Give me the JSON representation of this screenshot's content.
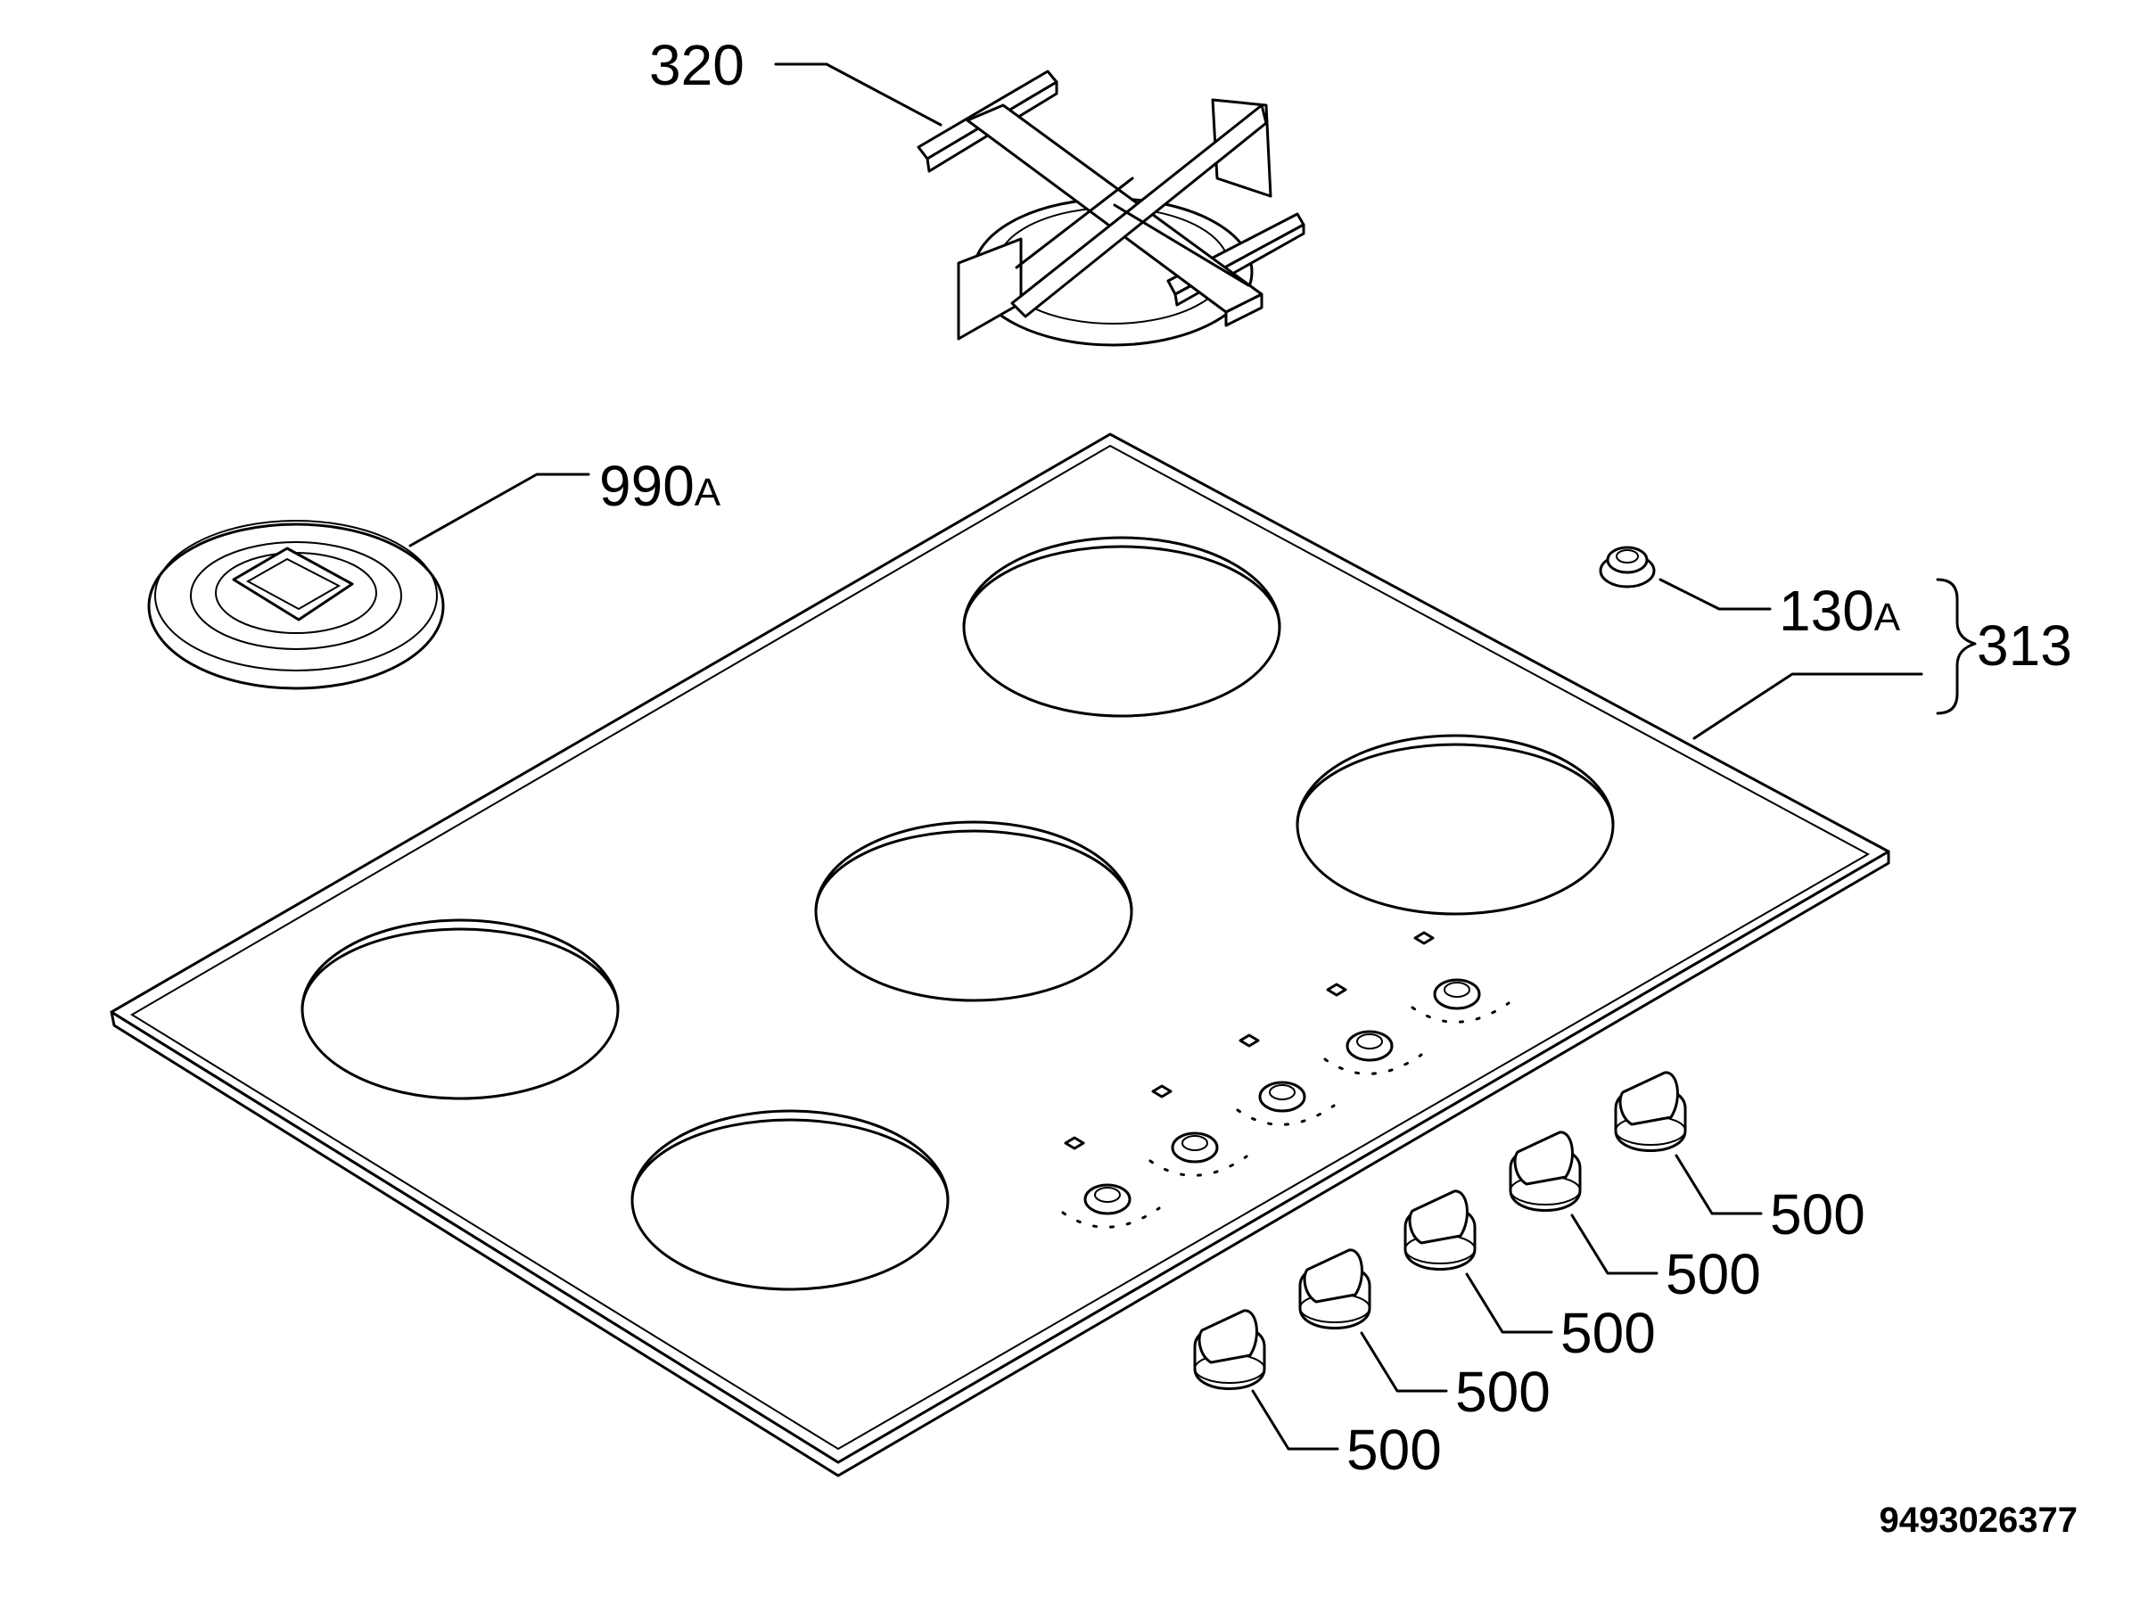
{
  "parts": {
    "p320": {
      "num": "320"
    },
    "p990": {
      "num": "990",
      "suffix": "A"
    },
    "p130": {
      "num": "130",
      "suffix": "A"
    },
    "p313": {
      "num": "313"
    },
    "p500": [
      "500",
      "500",
      "500",
      "500",
      "500"
    ]
  },
  "doc_number": "9493026377"
}
